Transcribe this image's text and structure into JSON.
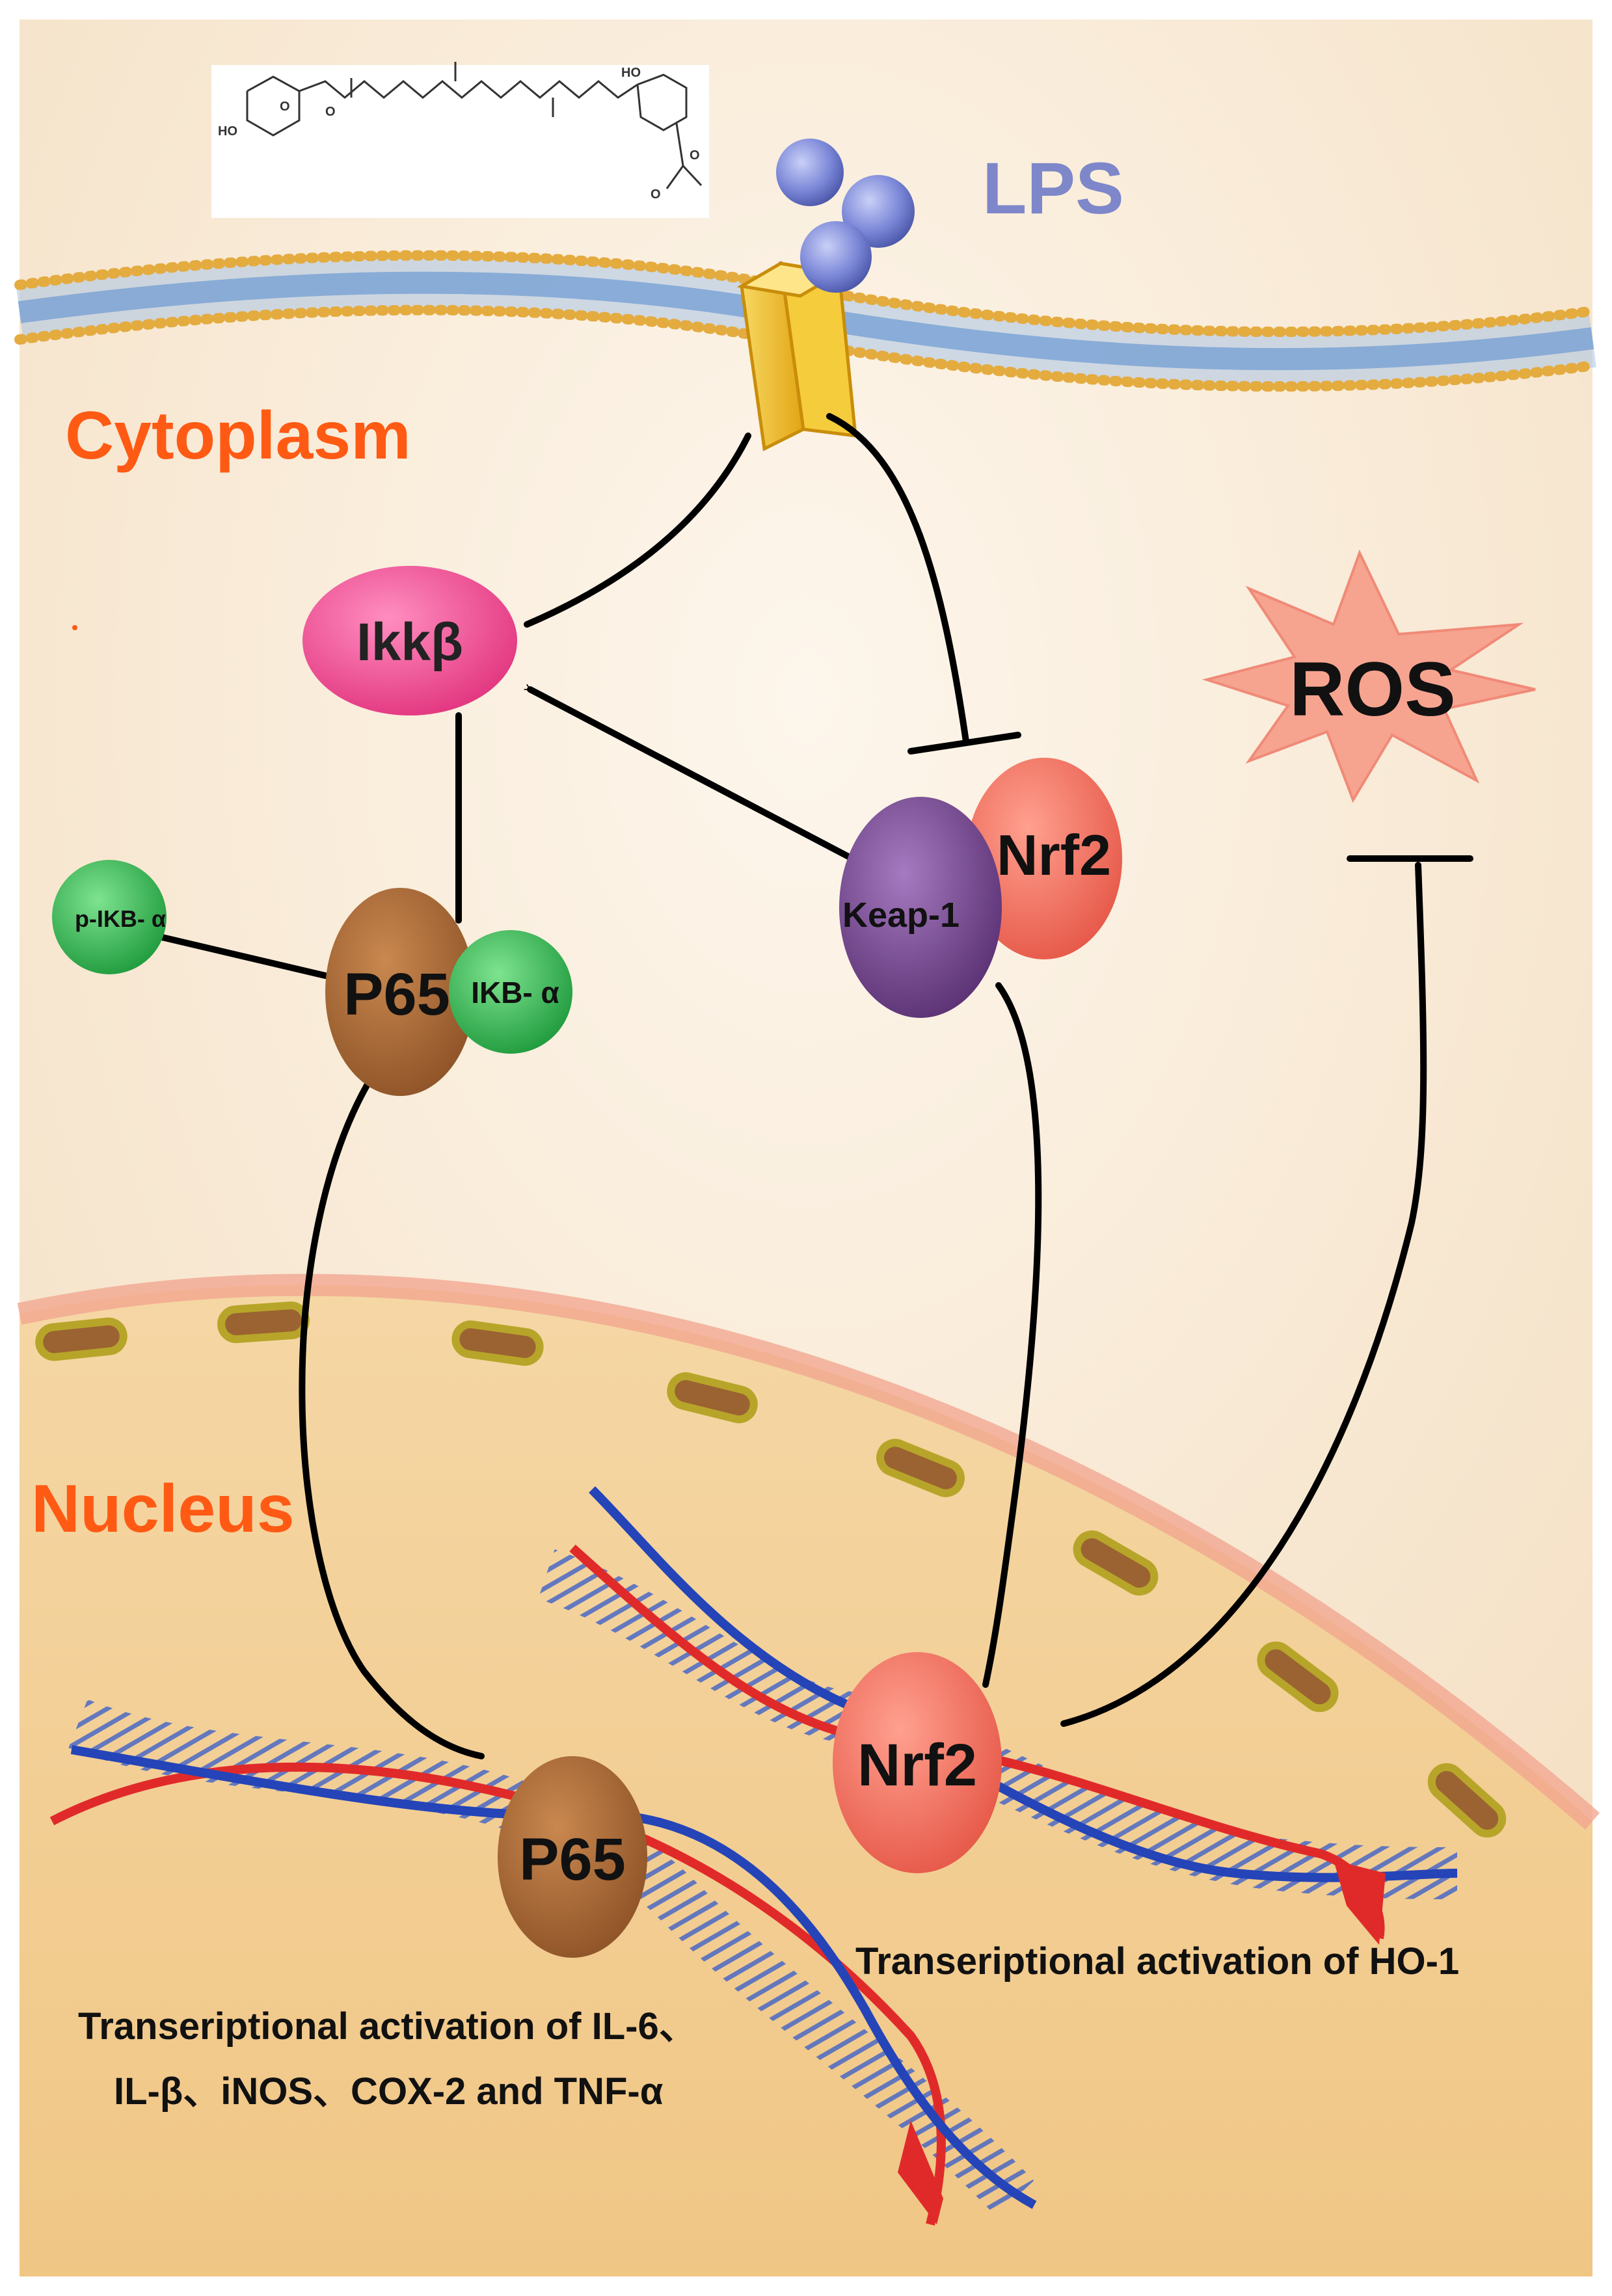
{
  "labels": {
    "lps": "LPS",
    "cytoplasm": "Cytoplasm",
    "nucleus": "Nucleus",
    "ikkb": "Ikkβ",
    "ros": "ROS",
    "nrf2_cyto": "Nrf2",
    "keap1": "Keap-1",
    "p_ikb": "p-IKB- α",
    "p65_cyto": "P65",
    "ikb": "IKB- α",
    "nrf2_nuc": "Nrf2",
    "p65_nuc": "P65",
    "ho1_text": "Transeriptional activation of HO-1",
    "cytokine_line1": "Transeriptional activation of IL-6、",
    "cytokine_line2": "IL-β、iNOS、COX-2 and TNF-α"
  },
  "molecule_labels": [
    "HO",
    "O",
    "O",
    "HO",
    "O",
    "O"
  ],
  "colors": {
    "background": "#f7e7d2",
    "nucleus_fill": "#f3cf97",
    "lps_text": "#7d87c9",
    "region_text": "#ff5a14",
    "ikkb": "#ee4f98",
    "ros": "#f6a490",
    "nrf2": "#f37466",
    "keap1": "#7a4c93",
    "p65": "#a86d3e",
    "ikb": "#3fb858",
    "receptor": "#f2c12f",
    "lps_bead": "#7c88d8",
    "arrow": "#000000"
  }
}
